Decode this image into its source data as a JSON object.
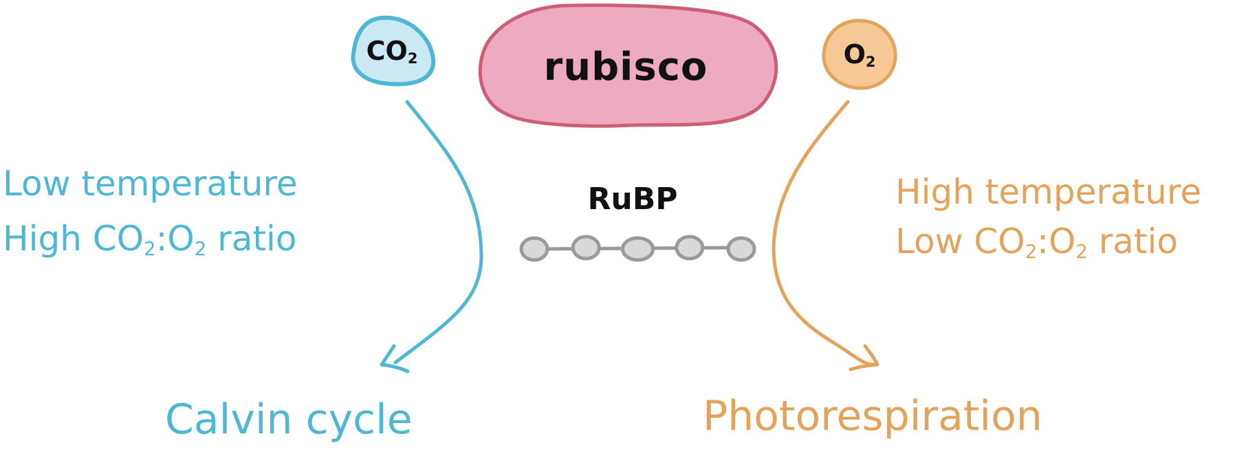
{
  "colors": {
    "blue": "#4db7d4",
    "blue_fill": "#cbe9f3",
    "orange": "#e3a35a",
    "orange_fill": "#f6c896",
    "pink_fill": "#eeaac0",
    "pink_stroke": "#cc5e78",
    "gray_fill": "#d9d9d9",
    "gray_stroke": "#9a9a9a",
    "ink": "#111111"
  },
  "enzyme": {
    "label": "rubisco"
  },
  "inputs": {
    "co2": {
      "label": "CO",
      "sub": "2"
    },
    "o2": {
      "label": "O",
      "sub": "2"
    }
  },
  "substrate": {
    "label": "RuBP",
    "carbon_count": 5
  },
  "left_conditions": {
    "line1": "Low temperature",
    "line2_pre": "High CO",
    "line2_sub1": "2",
    "line2_mid": ":O",
    "line2_sub2": "2",
    "line2_post": " ratio"
  },
  "right_conditions": {
    "line1": "High temperature",
    "line2_pre": "Low CO",
    "line2_sub1": "2",
    "line2_mid": ":O",
    "line2_sub2": "2",
    "line2_post": " ratio"
  },
  "outcomes": {
    "left": "Calvin cycle",
    "right": "Photorespiration"
  }
}
